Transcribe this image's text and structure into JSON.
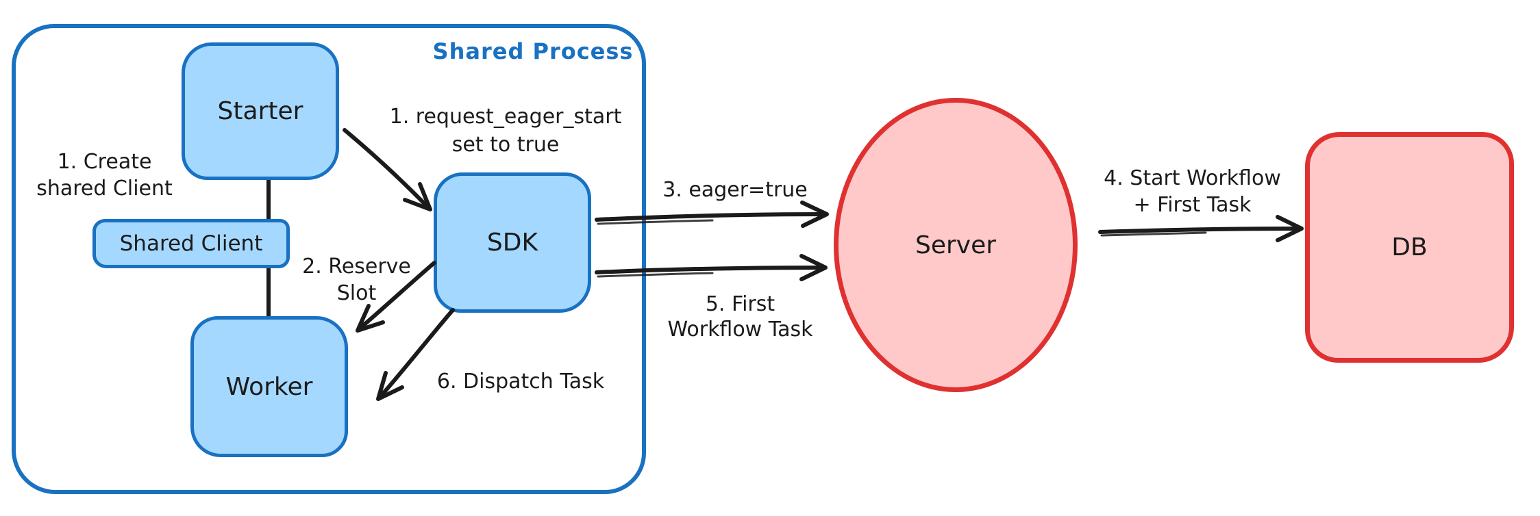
{
  "palette": {
    "blue_stroke": "#1971c2",
    "blue_fill": "#a5d8ff",
    "red_stroke": "#e03131",
    "red_fill": "#ffc9c9",
    "ink": "#1b1b1b",
    "bg": "#ffffff"
  },
  "container": {
    "title": "Shared Process"
  },
  "nodes": {
    "starter": {
      "label": "Starter"
    },
    "shared_client": {
      "label": "Shared Client"
    },
    "worker": {
      "label": "Worker"
    },
    "sdk": {
      "label": "SDK"
    },
    "server": {
      "label": "Server"
    },
    "db": {
      "label": "DB"
    }
  },
  "annotations": {
    "create_client": {
      "line1": "1. Create",
      "line2": "shared Client"
    },
    "request_eager_start": {
      "line1": "1. request_eager_start",
      "line2": "set to true"
    },
    "reserve_slot": {
      "line1": "2. Reserve",
      "line2": "Slot"
    },
    "eager_true": {
      "line1": "3. eager=true"
    },
    "start_workflow": {
      "line1": "4. Start Workflow",
      "line2": "+ First Task"
    },
    "first_workflow_task": {
      "line1": "5. First",
      "line2": "Workflow Task"
    },
    "dispatch_task": {
      "line1": "6. Dispatch Task"
    }
  }
}
